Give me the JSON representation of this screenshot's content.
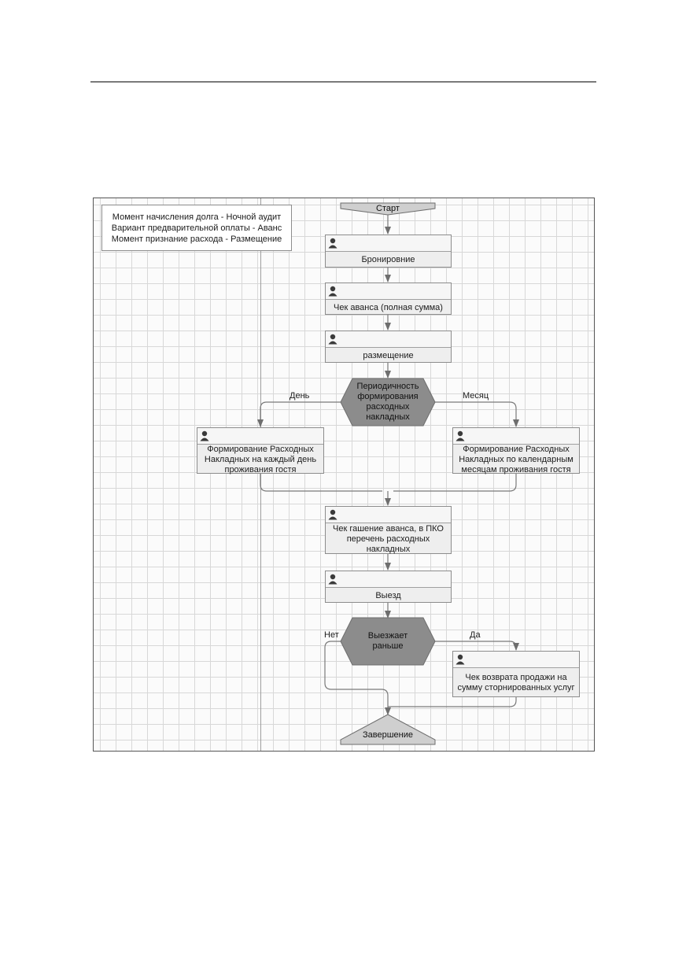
{
  "note": {
    "lines": [
      "Момент начисления долга - Ночной аудит",
      "Вариант предварительной оплаты - Аванс",
      "Момент признание расхода - Размещение"
    ]
  },
  "start": {
    "label": "Старт"
  },
  "tasks": {
    "booking": [
      "Бронировние"
    ],
    "advance_check": [
      "Чек аванса (полная сумма)"
    ],
    "placement": [
      "размещение"
    ],
    "daily_invoices": [
      "Формирование Расходных",
      "Накладных на каждый день",
      "проживания гостя"
    ],
    "monthly_invoices": [
      "Формирование Расходных",
      "Накладных по календарным",
      "месяцам проживания гостя"
    ],
    "advance_repayment": [
      "Чек гашение аванса, в ПКО",
      "перечень расходных",
      "накладных"
    ],
    "checkout": [
      "Выезд"
    ],
    "refund_check": [
      "Чек возврата продажи на",
      "сумму сторнированных услуг"
    ]
  },
  "decisions": {
    "periodicity": [
      "Периодичность",
      "формирования",
      "расходных",
      "накладных"
    ],
    "early_departure": [
      "Выезжает",
      "раньше"
    ]
  },
  "branch_labels": {
    "day": "День",
    "month": "Месяц",
    "no": "Нет",
    "yes": "Да"
  },
  "end": {
    "label": "Завершение"
  },
  "colors": {
    "decision_fill": "#8c8c8c",
    "terminal_fill": "#cfcfcf",
    "task_fill": "#eeeeee",
    "connector": "#7a7a7a"
  }
}
